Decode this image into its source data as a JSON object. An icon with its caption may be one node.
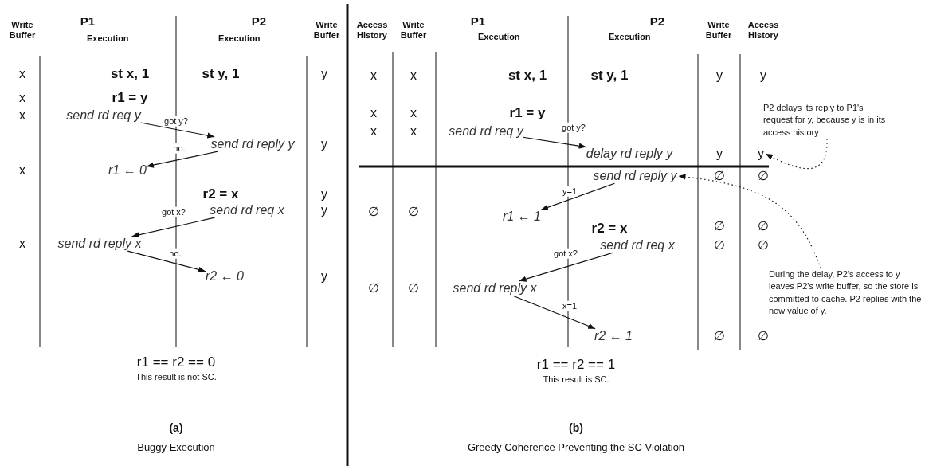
{
  "diagram": {
    "nodes": [
      {
        "text": [
          "send rd req y"
        ]
      },
      {
        "text": [
          "send rd reply y"
        ]
      },
      {
        "text": [
          "r1 ← 0"
        ]
      },
      {
        "text": [
          "send rd req x"
        ]
      },
      {
        "text": [
          "send rd reply x"
        ]
      },
      {
        "text": [
          "r2 ← 0"
        ]
      },
      {
        "text": [
          "send rd req y"
        ]
      },
      {
        "text": [
          "delay rd reply y"
        ]
      },
      {
        "text": [
          "send rd reply y"
        ]
      },
      {
        "text": [
          "r1 ← 1"
        ]
      },
      {
        "text": [
          "send rd req x"
        ]
      },
      {
        "text": [
          "send rd reply x"
        ]
      },
      {
        "text": [
          "r2 ← 1"
        ]
      },
      {
        "text": [
          "y"
        ]
      },
      {
        "text": [
          "P2 delays its reply to P1's request for y, because y is in its access history"
        ]
      },
      {
        "text": [
          "During the delay, P2's access to y leaves P2's write buffer, so the store is committed to cache. P2 replies with the new value of y."
        ]
      }
    ],
    "edges": [
      {
        "from": 0,
        "to": 1,
        "arrow": "to",
        "label": "got y?"
      },
      {
        "from": 1,
        "to": 2,
        "arrow": "to",
        "label": "no."
      },
      {
        "from": 3,
        "to": 4,
        "arrow": "to",
        "label": "got x?"
      },
      {
        "from": 4,
        "to": 5,
        "arrow": "to",
        "label": "no."
      },
      {
        "from": 6,
        "to": 7,
        "arrow": "to",
        "label": "got y?"
      },
      {
        "from": 8,
        "to": 9,
        "arrow": "to",
        "label": "y=1"
      },
      {
        "from": 10,
        "to": 11,
        "arrow": "to",
        "label": "got x?"
      },
      {
        "from": 11,
        "to": 12,
        "arrow": "to",
        "label": "x=1"
      },
      {
        "from": 14,
        "to": 13,
        "arrow": "to",
        "style": "dashed"
      },
      {
        "from": 15,
        "to": 8,
        "arrow": "to",
        "style": "dashed"
      }
    ],
    "labels": [
      "Write Buffer",
      "P1",
      "Execution",
      "P2",
      "Execution",
      "Write Buffer",
      "x",
      "st x, 1",
      "st y, 1",
      "y",
      "x",
      "r1 = y",
      "x",
      "y",
      "x",
      "r2 = x",
      "y",
      "y",
      "x",
      "y",
      "r1 == r2 == 0",
      "This result is not SC.",
      "(a)",
      "Buggy Execution",
      "Access History",
      "Write Buffer",
      "P1",
      "Execution",
      "P2",
      "Execution",
      "Write Buffer",
      "Access History",
      "x",
      "x",
      "st x, 1",
      "st y, 1",
      "y",
      "y",
      "x",
      "x",
      "r1 = y",
      "x",
      "x",
      "y",
      "∅",
      "∅",
      "∅",
      "∅",
      "r2 = x",
      "∅",
      "∅",
      "∅",
      "∅",
      "∅",
      "∅",
      "∅",
      "∅",
      "r1 == r2 == 1",
      "This result is SC.",
      "(b)",
      "Greedy Coherence Preventing the SC Violation"
    ]
  }
}
